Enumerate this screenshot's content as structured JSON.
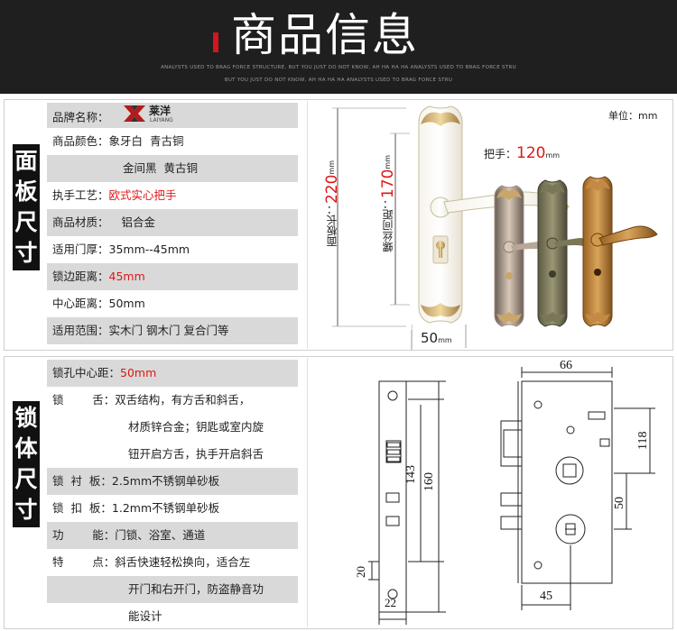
{
  "header": {
    "title": "商品信息",
    "subtitle_line1": "ANALYSTS USED TO BRAG FORCE STRUCTURE, BUT YOU JUST DO NOT KNOW, AH HA HA HA ANALYSTS USED TO BRAG FORCE STRU",
    "subtitle_line2": "BUT YOU JUST DO NOT KNOW, AH HA HA HA ANALYSTS USED TO BRAG FORCE STRU"
  },
  "panel": {
    "section_title": "面板尺寸",
    "brand_label": "品牌名称：",
    "brand_name_cn": "莱洋",
    "brand_name_en": "LAIYANG",
    "color_label": "商品颜色：",
    "colors_line1": "象牙白  青古铜",
    "colors_line2": "金间黑  黄古铜",
    "craft_label": "执手工艺：",
    "craft_value": "欧式实心把手",
    "material_label": "商品材质：",
    "material_value": "铝合金",
    "door_thickness_label": "适用门厚：",
    "door_thickness_value": "35mm--45mm",
    "backset_label": "锁边距离：",
    "backset_value": "45mm",
    "center_label": "中心距离：",
    "center_value": "50mm",
    "scope_label": "适用范围：",
    "scope_value": "实木门 钢木门 复合门等",
    "unit_text": "单位：mm",
    "handle_label": "把手：",
    "handle_value": "120",
    "handle_unit": "mm",
    "panel_length_label": "面板长：",
    "panel_length_value": "220",
    "panel_length_unit": "mm",
    "screw_label": "螺丝间距：",
    "screw_value": "170",
    "screw_unit": "mm",
    "width_value": "50",
    "width_unit": "mm"
  },
  "lockbody": {
    "section_title": "锁体尺寸",
    "hole_label": "锁孔中心距：",
    "hole_value": "50mm",
    "tongue_label": "锁        舌：",
    "tongue_line1": "双舌结构，有方舌和斜舌，",
    "tongue_line2": "材质锌合金；钥匙或室内旋",
    "tongue_line3": "钮开启方舌，执手开启斜舌",
    "liner_label": "锁  衬  板：",
    "liner_value": "2.5mm不锈钢单砂板",
    "strike_label": "锁  扣  板：",
    "strike_value": "1.2mm不锈钢单砂板",
    "function_label": "功        能：",
    "function_value": "门锁、浴室、通道",
    "feature_label": "特        点：",
    "feature_line1": "斜舌快速轻松换向，适合左",
    "feature_line2": "开门和右开门，防盗静音功",
    "feature_line3": "能设计"
  },
  "drawing": {
    "dim_66": "66",
    "dim_118": "118",
    "dim_50": "50",
    "dim_45": "45",
    "dim_143": "143",
    "dim_160": "160",
    "dim_20": "20",
    "dim_22": "22"
  },
  "colors": {
    "accent_red": "#e01616",
    "banner_bg": "#1f1f1f",
    "row_gray": "#d9d9d9"
  }
}
